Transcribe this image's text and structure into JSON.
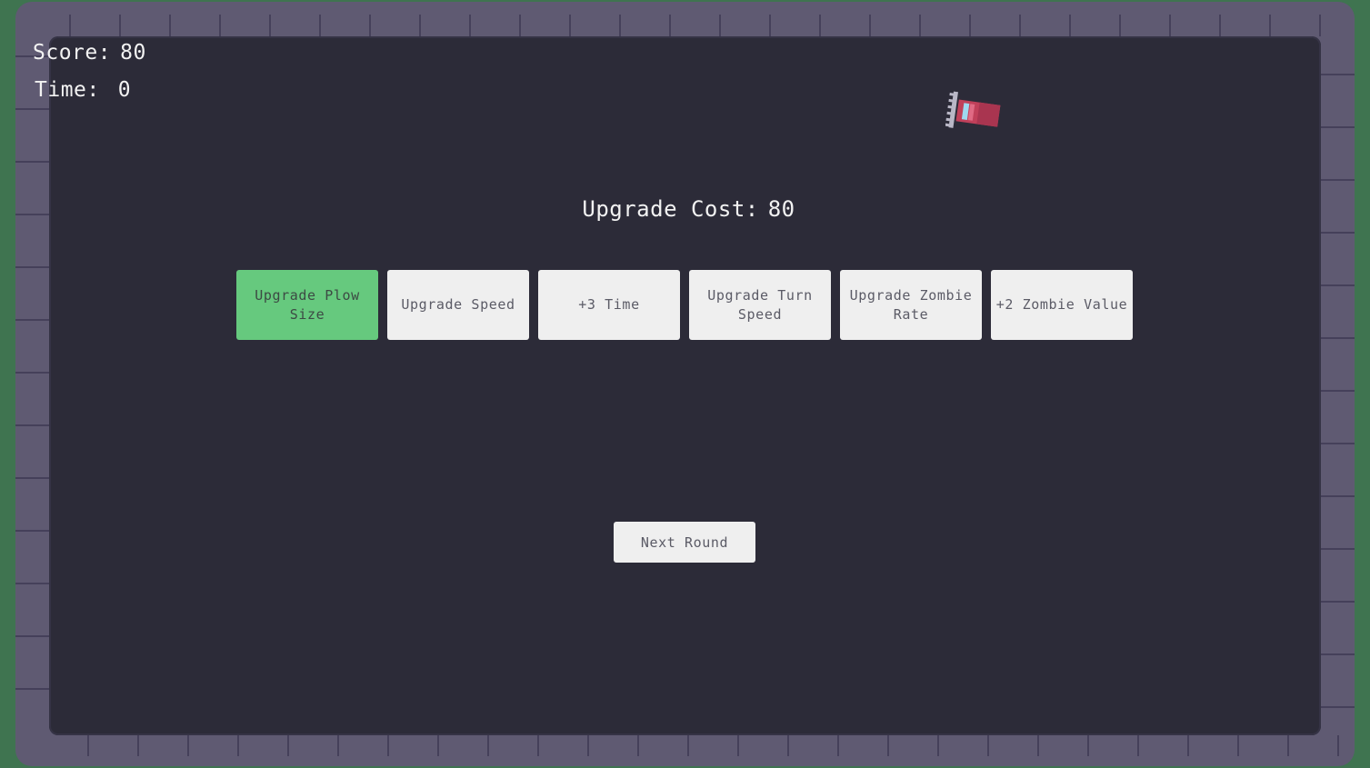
{
  "hud": {
    "score_label": "Score:",
    "score_value": "80",
    "time_label": "Time:",
    "time_value": "0"
  },
  "upgrade_cost": {
    "label": "Upgrade Cost:",
    "value": "80"
  },
  "upgrades": [
    {
      "label": "Upgrade Plow Size",
      "selected": true
    },
    {
      "label": "Upgrade Speed",
      "selected": false
    },
    {
      "label": "+3 Time",
      "selected": false
    },
    {
      "label": "Upgrade Turn Speed",
      "selected": false
    },
    {
      "label": "Upgrade Zombie Rate",
      "selected": false
    },
    {
      "label": "+2 Zombie Value",
      "selected": false
    }
  ],
  "next_round_label": "Next Round",
  "player": {
    "icon": "snowplow-truck-icon"
  },
  "colors": {
    "background": "#3f7450",
    "wall": "#5f5a72",
    "arena": "#2c2b38",
    "button": "#efefef",
    "selected_button": "#66c97e",
    "truck": "#c0405a"
  }
}
